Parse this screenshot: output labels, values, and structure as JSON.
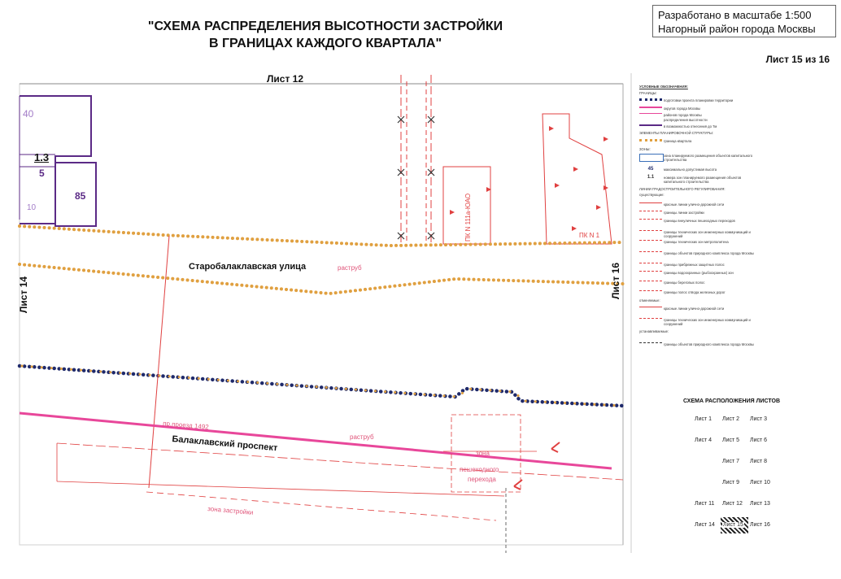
{
  "header": {
    "title_line1": "\"СХЕМА РАСПРЕДЕЛЕНИЯ ВЫСОТНОСТИ ЗАСТРОЙКИ",
    "title_line2": "В ГРАНИЦАХ КАЖДОГО КВАРТАЛА\"",
    "scale": "Разработано в масштабе 1:500",
    "district": "Нагорный район города Москвы",
    "sheet": "Лист 15 из 16"
  },
  "map": {
    "neighbor_top": "Лист 12",
    "neighbor_left": "Лист 14",
    "neighbor_right": "Лист 16",
    "street_1": "Старобалаклавская улица",
    "street_2": "Балаклавский проспект",
    "raструб_1": "раструб",
    "raструб_2": "раструб",
    "zone_ids": [
      "1.3",
      "5",
      "85",
      "40",
      "10"
    ],
    "proezd": "пр.проезд 1492",
    "pk_1": "ПК N 111а-ЮАО",
    "pk_2": "ПК N 1",
    "zone_label_1": "зона",
    "zone_label_2": "пешеходного",
    "zone_label_3": "перехода",
    "zone_zastroiki": "зона застройки",
    "colors": {
      "pink": "#e8479a",
      "orange_dots": "#e0a040",
      "blue_dots": "#1f2a6b",
      "purple": "#5b2a86",
      "red": "#e04040"
    }
  },
  "legend": {
    "title": "УСЛОВНЫЕ ОБОЗНАЧЕНИЯ:",
    "groups": [
      "ГРАНИЦЫ:",
      "подготовки проекта планировки территории",
      "округов города Москвы",
      "районов города Москвы",
      "распределения высотности",
      "в возможностью отнесения до 7м",
      "ЭЛЕМЕНТЫ ПЛАНИРОВОЧНОЙ СТРУКТУРЫ:",
      "граница квартала",
      "ЗОНЫ:",
      "зона планируемого размещения объектов капитального строительства",
      "максимально допустимая высота",
      "номера зон планируемого размещения объектов капитального строительства",
      "ЛИНИИ ГРАДОСТРОИТЕЛЬНОГО РЕГУЛИРОВАНИЯ:",
      "существующие:",
      "красные линии улично-дорожной сети",
      "границы линии застройки",
      "границы внеуличных пешеходных переходов",
      "границы технических зон инженерных коммуникаций и сооружений",
      "границы технических зон метрополитена",
      "границы объектов природного комплекса города Москвы",
      "границы прибрежных защитных полос",
      "границы водоохранных (рыбоохранных) зон",
      "границы береговых полос",
      "границы полос отвода железных дорог",
      "отменяемые:",
      "красные линии улично-дорожной сети",
      "границы технических зон инженерных коммуникаций и сооружений",
      "устанавливаемые:",
      "границы объектов природного комплекса города Москвы"
    ],
    "height_value": "45",
    "zone_number": "1.1"
  },
  "sheets": {
    "title": "СХЕМА РАСПОЛОЖЕНИЯ ЛИСТОВ",
    "cells": [
      "Лист 1",
      "Лист 2",
      "Лист 3",
      "Лист 4",
      "Лист 5",
      "Лист 6",
      "Лист 7",
      "Лист 8",
      "Лист 9",
      "Лист 10",
      "Лист 11",
      "Лист 12",
      "Лист 13",
      "Лист 14",
      "Лист 15",
      "Лист 16"
    ]
  }
}
